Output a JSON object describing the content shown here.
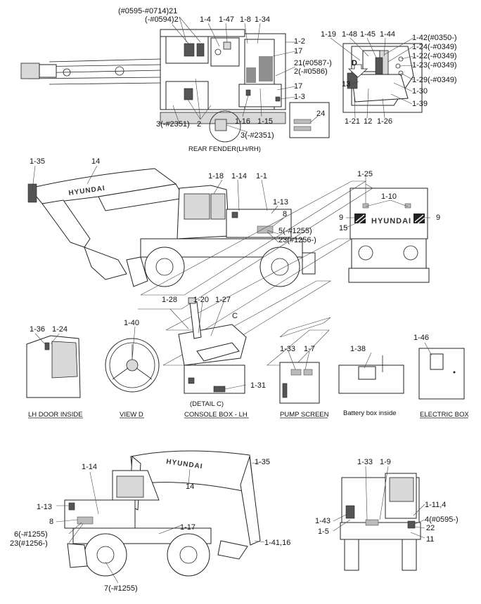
{
  "sections": {
    "rear_fender": "REAR FENDER(LH/RH)",
    "lh_door": "LH DOOR INSIDE",
    "view_d": "VIEW D",
    "console": "CONSOLE BOX - LH",
    "detail_c": "(DETAIL C)",
    "pump": "PUMP SCREEN",
    "battery": "Battery box inside",
    "electric": "ELECTRIC BOX"
  },
  "brand": "HYUNDAI",
  "view_letters": {
    "c": "C",
    "d": "D"
  },
  "callouts": {
    "top": [
      "(#0595-#0714)21",
      "(-#0594)2",
      "1-4",
      "1-47",
      "1-8",
      "1-34",
      "1-2",
      "17",
      "21(#0587-)",
      "2(-#0586)",
      "17",
      "1-3",
      "1-16",
      "1-15",
      "3(-#2351)",
      "2",
      "3(-#2351)",
      "24"
    ],
    "top_right": [
      "1-19",
      "1-48",
      "1-45",
      "1-44",
      "1-42(#0350-)",
      "1-24(-#0349)",
      "1-22(-#0349)",
      "1-23(-#0349)",
      "1-29(-#0349)",
      "1-30",
      "1-39",
      "13",
      "1-21",
      "12",
      "1-26"
    ],
    "middle": [
      "1-35",
      "14",
      "1-18",
      "1-14",
      "1-1",
      "1-13",
      "8",
      "5(-#1255)",
      "23(#1256-)",
      "1-25",
      "1-10",
      "9",
      "9",
      "15",
      "1-28",
      "1-20",
      "1-27",
      "1-40",
      "1-36",
      "1-24",
      "1-33",
      "1-7",
      "1-38",
      "1-46",
      "1-31"
    ],
    "bottom": [
      "1-14",
      "1-13",
      "8",
      "6(-#1255)",
      "23(#1256-)",
      "14",
      "1-35",
      "1-17",
      "1-41,16",
      "7(-#1255)",
      "1-33",
      "1-9",
      "1-11,4",
      "4(#0595-)",
      "22",
      "11",
      "1-43",
      "1-5"
    ]
  }
}
